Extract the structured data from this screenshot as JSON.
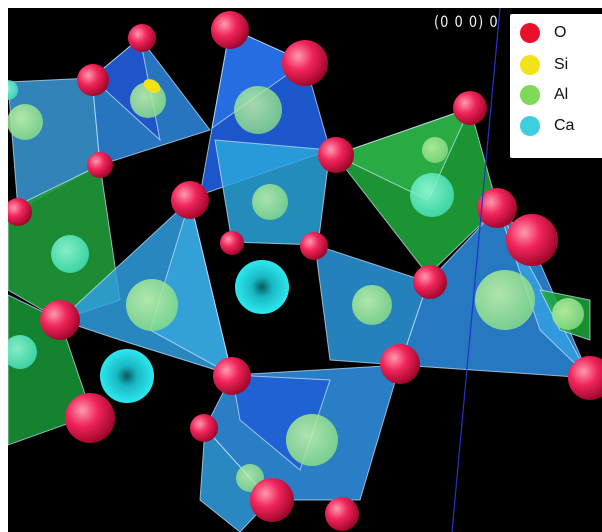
{
  "axis_label": "(0 0 0) 0",
  "legend": [
    {
      "label": "O",
      "color": "#e8102a"
    },
    {
      "label": "Si",
      "color": "#f2e21a"
    },
    {
      "label": "Al",
      "color": "#7ed957"
    },
    {
      "label": "Ca",
      "color": "#3ccfe0"
    }
  ],
  "colors": {
    "background": "#000000",
    "tetra_blue": "#2f8fe0",
    "tetra_dark_blue": "#1a3fd0",
    "tetra_green": "#1fa83a",
    "oxygen": "#e8104a",
    "calcium": "#2ee6ee"
  }
}
